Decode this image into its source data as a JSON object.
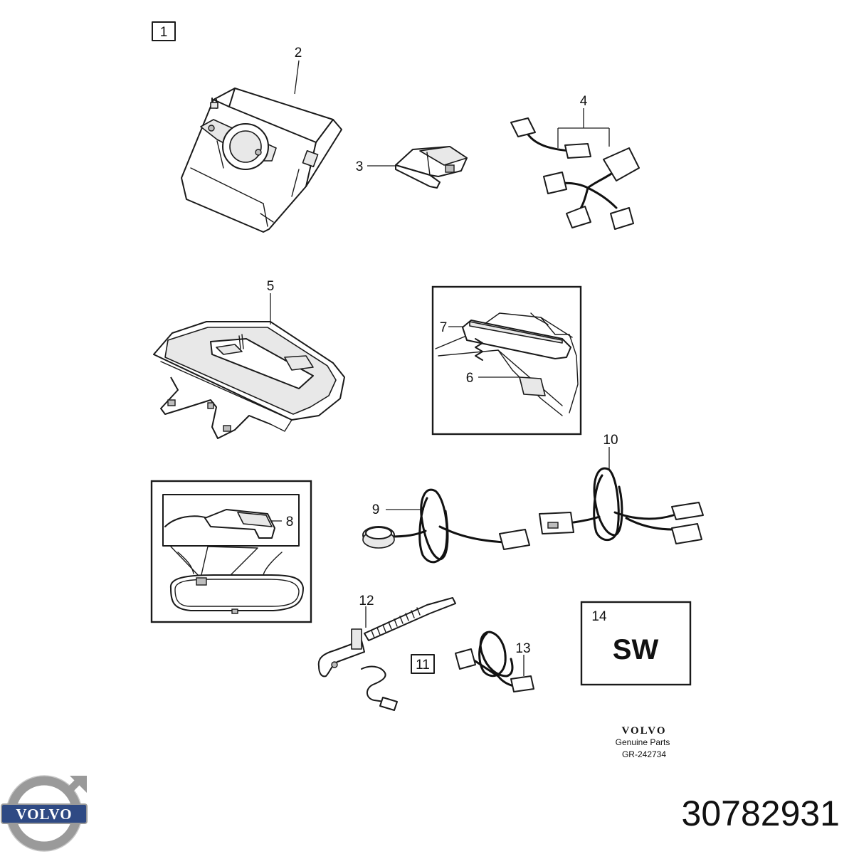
{
  "callouts": {
    "c1": "1",
    "c2": "2",
    "c3": "3",
    "c4": "4",
    "c5": "5",
    "c6": "6",
    "c7": "7",
    "c8": "8",
    "c9": "9",
    "c10": "10",
    "c11": "11",
    "c12": "12",
    "c13": "13",
    "c14": "14"
  },
  "software_box_text": "SW",
  "footer": {
    "brand": "VOLVO",
    "subtitle": "Genuine Parts",
    "reference": "GR-242734"
  },
  "logo_text": "VOLVO",
  "part_number": "30782931",
  "colors": {
    "line": "#1a1a1a",
    "background": "#ffffff",
    "logo_silver": "#9a9a9a",
    "logo_blue": "#2f4a84"
  }
}
